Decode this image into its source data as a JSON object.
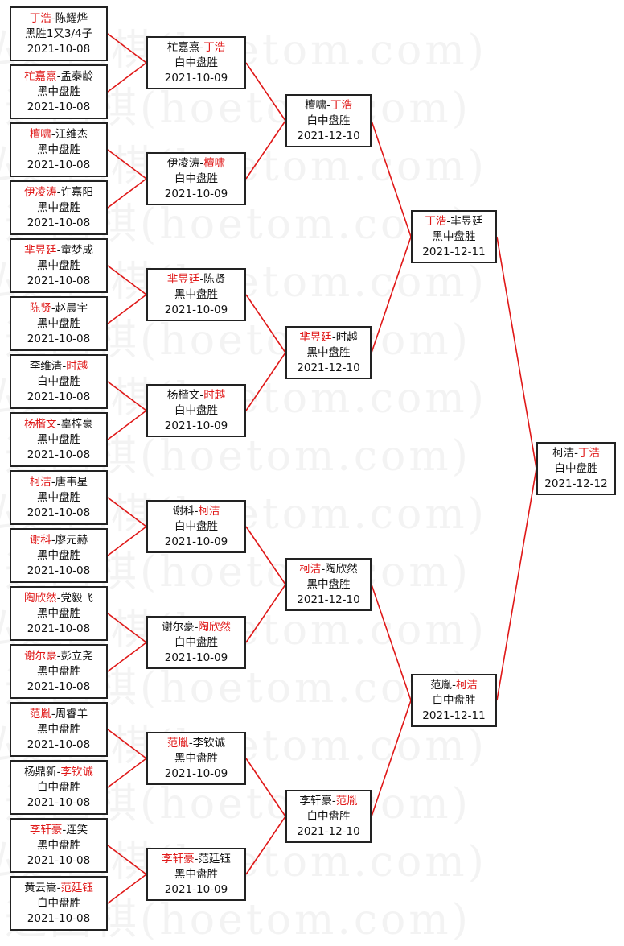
{
  "watermark": {
    "text": "弘通围棋(hoetom.com)"
  },
  "colors": {
    "winner": "#e01818",
    "text": "#111111",
    "line": "#e01818",
    "border": "#222222"
  },
  "rounds": [
    {
      "matches": [
        {
          "p1": "丁浩",
          "p2": "陈耀烨",
          "winner": 1,
          "result": "黑胜1又3/4子",
          "date": "2021-10-08"
        },
        {
          "p1": "杧嘉熹",
          "p2": "孟泰龄",
          "winner": 1,
          "result": "黑中盘胜",
          "date": "2021-10-08"
        },
        {
          "p1": "檀啸",
          "p2": "江维杰",
          "winner": 1,
          "result": "黑中盘胜",
          "date": "2021-10-08"
        },
        {
          "p1": "伊凌涛",
          "p2": "许嘉阳",
          "winner": 1,
          "result": "黑中盘胜",
          "date": "2021-10-08"
        },
        {
          "p1": "芈昱廷",
          "p2": "童梦成",
          "winner": 1,
          "result": "黑中盘胜",
          "date": "2021-10-08"
        },
        {
          "p1": "陈贤",
          "p2": "赵晨宇",
          "winner": 1,
          "result": "黑中盘胜",
          "date": "2021-10-08"
        },
        {
          "p1": "李维清",
          "p2": "时越",
          "winner": 2,
          "result": "白中盘胜",
          "date": "2021-10-08"
        },
        {
          "p1": "杨楷文",
          "p2": "辜梓豪",
          "winner": 1,
          "result": "黑中盘胜",
          "date": "2021-10-08"
        },
        {
          "p1": "柯洁",
          "p2": "唐韦星",
          "winner": 1,
          "result": "黑中盘胜",
          "date": "2021-10-08"
        },
        {
          "p1": "谢科",
          "p2": "廖元赫",
          "winner": 1,
          "result": "黑中盘胜",
          "date": "2021-10-08"
        },
        {
          "p1": "陶欣然",
          "p2": "党毅飞",
          "winner": 1,
          "result": "黑中盘胜",
          "date": "2021-10-08"
        },
        {
          "p1": "谢尔豪",
          "p2": "彭立尧",
          "winner": 1,
          "result": "黑中盘胜",
          "date": "2021-10-08"
        },
        {
          "p1": "范胤",
          "p2": "周睿羊",
          "winner": 1,
          "result": "黑中盘胜",
          "date": "2021-10-08"
        },
        {
          "p1": "杨鼎新",
          "p2": "李钦诚",
          "winner": 2,
          "result": "白中盘胜",
          "date": "2021-10-08"
        },
        {
          "p1": "李轩豪",
          "p2": "连笑",
          "winner": 1,
          "result": "黑中盘胜",
          "date": "2021-10-08"
        },
        {
          "p1": "黄云嵩",
          "p2": "范廷钰",
          "winner": 2,
          "result": "白中盘胜",
          "date": "2021-10-08"
        }
      ]
    },
    {
      "matches": [
        {
          "p1": "杧嘉熹",
          "p2": "丁浩",
          "winner": 2,
          "result": "白中盘胜",
          "date": "2021-10-09"
        },
        {
          "p1": "伊凌涛",
          "p2": "檀啸",
          "winner": 2,
          "result": "白中盘胜",
          "date": "2021-10-09"
        },
        {
          "p1": "芈昱廷",
          "p2": "陈贤",
          "winner": 1,
          "result": "黑中盘胜",
          "date": "2021-10-09"
        },
        {
          "p1": "杨楷文",
          "p2": "时越",
          "winner": 2,
          "result": "白中盘胜",
          "date": "2021-10-09"
        },
        {
          "p1": "谢科",
          "p2": "柯洁",
          "winner": 2,
          "result": "白中盘胜",
          "date": "2021-10-09"
        },
        {
          "p1": "谢尔豪",
          "p2": "陶欣然",
          "winner": 2,
          "result": "白中盘胜",
          "date": "2021-10-09"
        },
        {
          "p1": "范胤",
          "p2": "李钦诚",
          "winner": 1,
          "result": "黑中盘胜",
          "date": "2021-10-09"
        },
        {
          "p1": "李轩豪",
          "p2": "范廷钰",
          "winner": 1,
          "result": "黑中盘胜",
          "date": "2021-10-09"
        }
      ]
    },
    {
      "matches": [
        {
          "p1": "檀啸",
          "p2": "丁浩",
          "winner": 2,
          "result": "白中盘胜",
          "date": "2021-12-10"
        },
        {
          "p1": "芈昱廷",
          "p2": "时越",
          "winner": 1,
          "result": "黑中盘胜",
          "date": "2021-12-10"
        },
        {
          "p1": "柯洁",
          "p2": "陶欣然",
          "winner": 1,
          "result": "黑中盘胜",
          "date": "2021-12-10"
        },
        {
          "p1": "李轩豪",
          "p2": "范胤",
          "winner": 2,
          "result": "白中盘胜",
          "date": "2021-12-10"
        }
      ]
    },
    {
      "matches": [
        {
          "p1": "丁浩",
          "p2": "芈昱廷",
          "winner": 1,
          "result": "黑中盘胜",
          "date": "2021-12-11"
        },
        {
          "p1": "范胤",
          "p2": "柯洁",
          "winner": 2,
          "result": "白中盘胜",
          "date": "2021-12-11"
        }
      ]
    },
    {
      "matches": [
        {
          "p1": "柯洁",
          "p2": "丁浩",
          "winner": 2,
          "result": "白中盘胜",
          "date": "2021-12-12"
        }
      ]
    }
  ]
}
